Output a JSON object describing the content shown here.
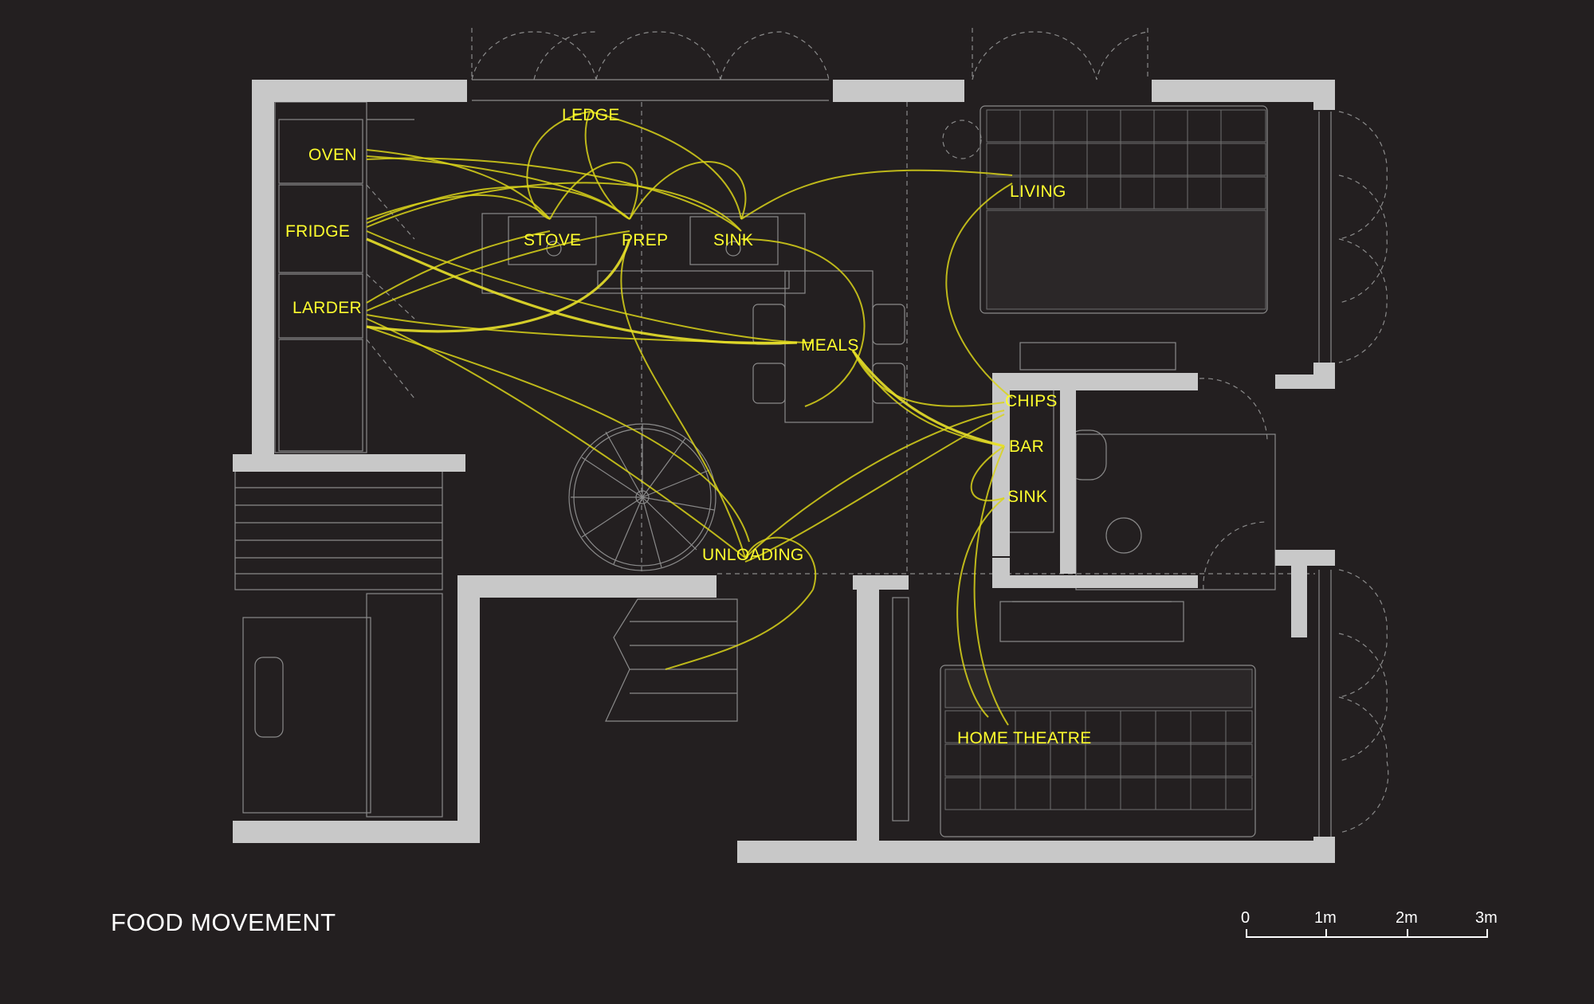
{
  "title": "FOOD MOVEMENT",
  "labels": {
    "ledge": "LEDGE",
    "oven": "OVEN",
    "fridge": "FRIDGE",
    "larder": "LARDER",
    "stove": "STOVE",
    "prep": "PREP",
    "sink": "SINK",
    "living": "LIVING",
    "meals": "MEALS",
    "chips": "CHIPS",
    "bar": "BAR",
    "bar_sink": "SINK",
    "unloading": "UNLOADING",
    "home_theatre": "HOME THEATRE"
  },
  "scale_bar": {
    "ticks": [
      "0",
      "1m",
      "2m",
      "3m"
    ]
  },
  "colors": {
    "background": "#231f20",
    "walls": "#c8c8c8",
    "flow_lines": "#e8e02a",
    "labels": "#ffff2e",
    "title": "#ffffff"
  }
}
